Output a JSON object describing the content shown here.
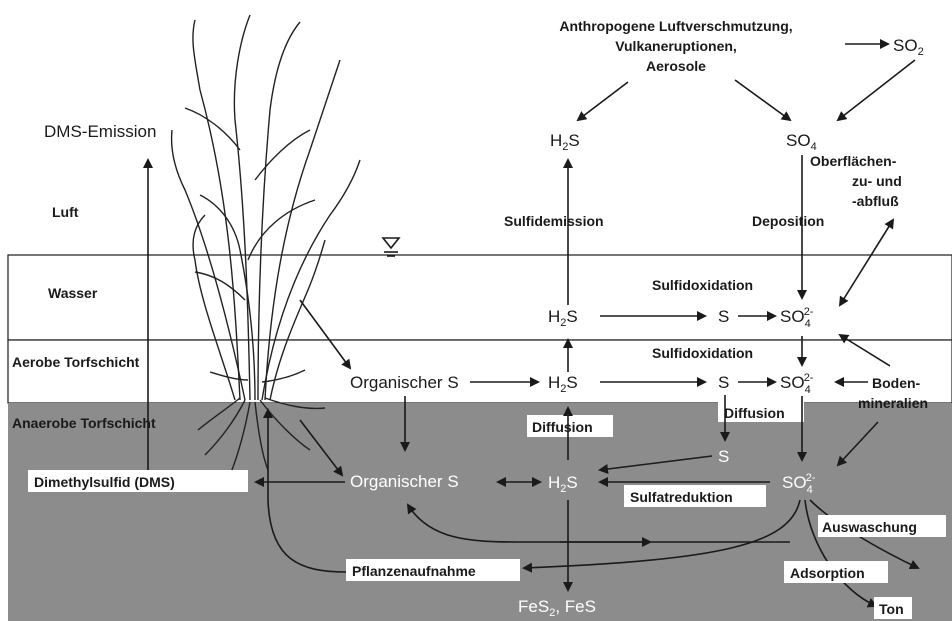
{
  "layers": {
    "air": "Luft",
    "water": "Wasser",
    "aerobic": "Aerobe Torfschicht",
    "anaerobic": "Anaerobe Torfschicht"
  },
  "top": {
    "sources_line1": "Anthropogene Luftverschmutzung,",
    "sources_line2": "Vulkaneruptionen,",
    "sources_line3": "Aerosole",
    "so2": "SO",
    "so2_sub": "2",
    "so4": "SO",
    "so4_sub": "4",
    "h2s_air_pre": "H",
    "h2s_air_sub": "2",
    "h2s_air_post": "S",
    "surface_flow_line1": "Oberflächen-",
    "surface_flow_line2": "zu- und",
    "surface_flow_line3": "-abfluß"
  },
  "labels": {
    "dms_emission": "DMS-Emission",
    "sulfide_emission": "Sulfidemission",
    "deposition": "Deposition",
    "sulfide_oxidation_1": "Sulfidoxidation",
    "sulfide_oxidation_2": "Sulfidoxidation",
    "diffusion_1": "Diffusion",
    "diffusion_2": "Diffusion",
    "soil_minerals_line1": "Boden-",
    "soil_minerals_line2": "mineralien",
    "dms": "Dimethylsulfid (DMS)",
    "sulfate_reduction": "Sulfatreduktion",
    "leaching": "Auswaschung",
    "adsorption": "Adsorption",
    "clay": "Ton",
    "plant_uptake": "Pflanzenaufnahme"
  },
  "species": {
    "h2s_water_pre": "H",
    "h2s_water_sub": "2",
    "h2s_water_post": "S",
    "s_water": "S",
    "so4_water": "SO",
    "so4_water_sub": "4",
    "so4_water_sup": "2-",
    "org_s_aerobic": "Organischer S",
    "h2s_aerobic_pre": "H",
    "h2s_aerobic_sub": "2",
    "h2s_aerobic_post": "S",
    "s_aerobic": "S",
    "so4_aerobic": "SO",
    "so4_aerobic_sub": "4",
    "so4_aerobic_sup": "2-",
    "s_anaerobic": "S",
    "org_s_anaerobic": "Organischer S",
    "h2s_anaerobic_pre": "H",
    "h2s_anaerobic_sub": "2",
    "h2s_anaerobic_post": "S",
    "so4_anaerobic": "SO",
    "so4_anaerobic_sub": "4",
    "so4_anaerobic_sup": "2-",
    "fes2": "FeS",
    "fes2_sub": "2",
    "fes_rest": ", FeS"
  },
  "colors": {
    "anaerobic_fill": "#8c8c8c",
    "ink": "#1a1a1a"
  }
}
